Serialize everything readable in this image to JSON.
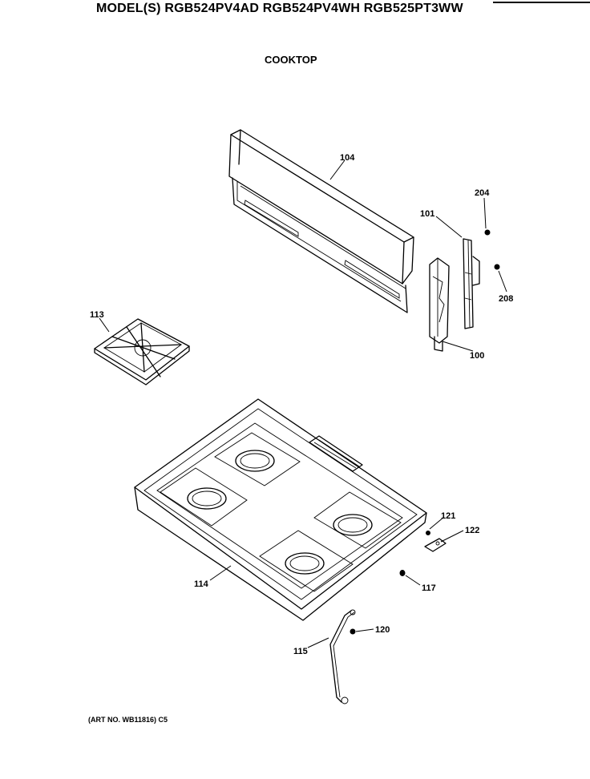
{
  "header": {
    "models": "MODEL(S) RGB524PV4AD  RGB524PV4WH  RGB525PT3WW",
    "section": "COOKTOP"
  },
  "parts": [
    {
      "id": "104"
    },
    {
      "id": "204"
    },
    {
      "id": "101"
    },
    {
      "id": "208"
    },
    {
      "id": "113"
    },
    {
      "id": "100"
    },
    {
      "id": "121"
    },
    {
      "id": "122"
    },
    {
      "id": "114"
    },
    {
      "id": "117"
    },
    {
      "id": "120"
    },
    {
      "id": "115"
    }
  ],
  "footer": {
    "art_number": "(ART NO. WB11816) C5"
  }
}
